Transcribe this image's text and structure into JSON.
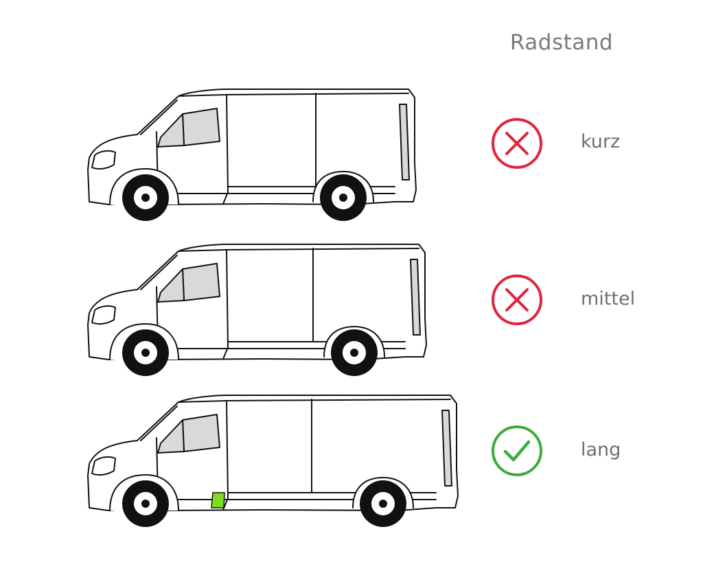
{
  "header": {
    "title": "Radstand"
  },
  "colors": {
    "no": "#e0243e",
    "yes": "#3aac3a",
    "highlight": "#7ddc1f",
    "line": "#111111",
    "glass": "#d9d9d9"
  },
  "options": [
    {
      "label": "kurz",
      "status": "x-icon"
    },
    {
      "label": "mittel",
      "status": "x-icon"
    },
    {
      "label": "lang",
      "status": "check-icon",
      "selected": true
    }
  ]
}
